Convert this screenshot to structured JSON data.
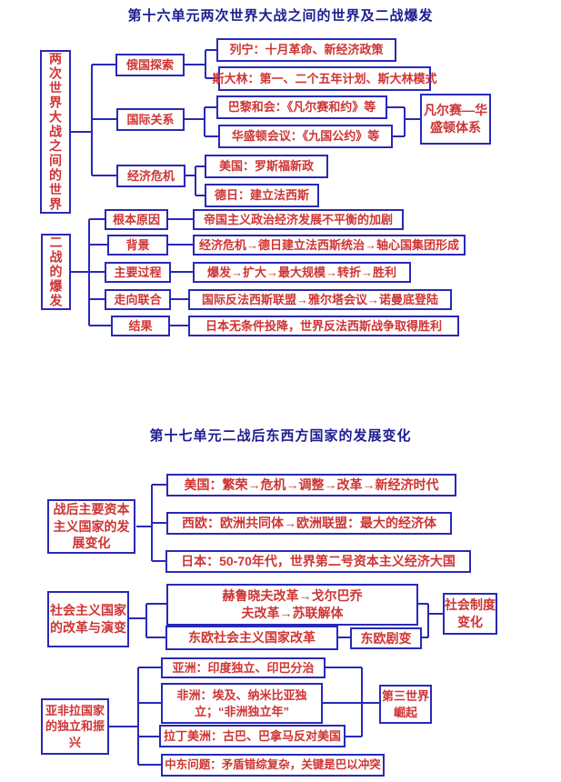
{
  "colors": {
    "box_border": "#2929b8",
    "connector_line": "#2929b8",
    "box_text": "#cf3434",
    "title_text": "#1d1d92",
    "background": "#ffffff"
  },
  "u16": {
    "title": "第十六单元两次世界大战之间的世界及二战爆发",
    "root1": "两次世界大战之间的世界",
    "russia": {
      "label": "俄国探索",
      "lenin": "列宁：十月革命、新经济政策",
      "stalin": "斯大林：第一、二个五年计划、斯大林模式"
    },
    "intl": {
      "label": "国际关系",
      "paris": "巴黎和会：《凡尔赛和约》等",
      "washington": "华盛顿会议：《九国公约》等",
      "system": "凡尔赛—华盛顿体系"
    },
    "crisis": {
      "label": "经济危机",
      "usa": "美国：罗斯福新政",
      "germany_japan": "德日：建立法西斯"
    },
    "root2": "二战的爆发",
    "outbreak": [
      {
        "label": "根本原因",
        "detail": "帝国主义政治经济发展不平衡的加剧"
      },
      {
        "label": "背景",
        "detail": "经济危机→德日建立法西斯统治→轴心国集团形成"
      },
      {
        "label": "主要过程",
        "detail": "爆发→扩大→最大规模→转折→胜利"
      },
      {
        "label": "走向联合",
        "detail": "国际反法西斯联盟→雅尔塔会议→诺曼底登陆"
      },
      {
        "label": "结果",
        "detail": "日本无条件投降，世界反法西斯战争取得胜利"
      }
    ]
  },
  "u17": {
    "title": "第十七单元二战后东西方国家的发展变化",
    "capitalist": {
      "root": "战后主要资本主义国家的发展变化",
      "usa": "美国：繁荣→危机→调整→改革→新经济时代",
      "west_europe": "西欧：欧洲共同体→欧洲联盟：最大的经济体",
      "japan": "日本：50-70年代，世界第二号资本主义经济大国"
    },
    "socialist": {
      "root": "社会主义国家的改革与演变",
      "ussr": "赫鲁晓夫改革→戈尔巴乔夫改革→苏联解体",
      "east_europe": "东欧社会主义国家改革",
      "upheaval": "东欧剧变",
      "result": "社会制度变化"
    },
    "asia_africa_latin": {
      "root": "亚非拉国家的独立和振兴",
      "asia": "亚洲：印度独立、印巴分治",
      "africa": "非洲：埃及、纳米比亚独立；“非洲独立年”",
      "latin": "拉丁美洲：古巴、巴拿马反对美国",
      "mideast": "中东问题：矛盾错综复杂，关键是巴以冲突",
      "result": "第三世界崛起"
    }
  }
}
